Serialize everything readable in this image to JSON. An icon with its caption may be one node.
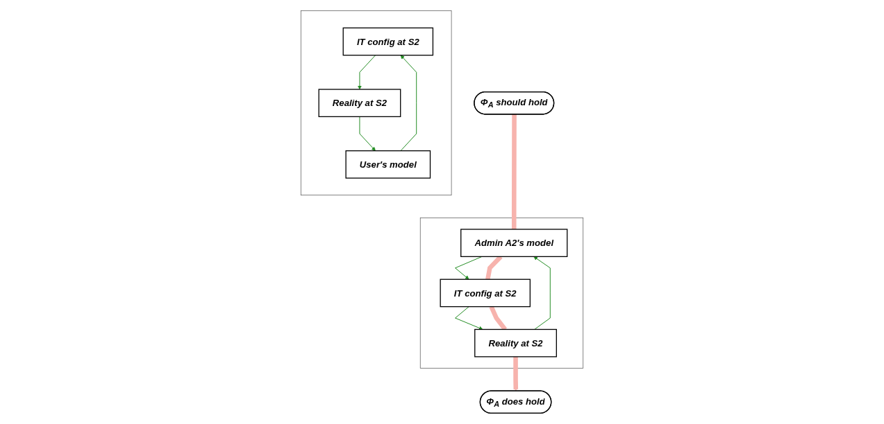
{
  "diagram": {
    "nodes": [
      {
        "text": [
          "Φ$_{A}$ should hold"
        ]
      },
      {
        "text": [],
        "shape": "box"
      },
      {
        "text": [
          "Admin A2's model"
        ],
        "in": 1
      },
      {
        "text": [
          "IT config at S2"
        ],
        "in": 1
      },
      {
        "text": [
          "Reality at S2"
        ],
        "in": 1
      },
      {
        "text": [
          "Φ$_{A}$ does hold"
        ]
      },
      {
        "text": [],
        "shape": "box"
      },
      {
        "text": [
          "IT config at S2"
        ],
        "in": 6
      },
      {
        "text": [
          "Reality at S2"
        ],
        "in": 6
      },
      {
        "text": [
          "User's model"
        ],
        "in": 6
      }
    ],
    "edges": [
      {
        "from": 2,
        "to": 3,
        "arrow": "to"
      },
      {
        "from": 3,
        "to": 4,
        "arrow": "to"
      },
      {
        "from": 4,
        "to": 2,
        "arrow": "to"
      },
      {
        "from": 7,
        "to": 8,
        "arrow": "to"
      },
      {
        "from": 8,
        "to": 9,
        "arrow": "to"
      },
      {
        "from": 9,
        "to": 7,
        "arrow": "to"
      },
      {
        "from": 0,
        "to": 2,
        "arrow": "none",
        "style": "thick",
        "color": "#f7b3ad"
      },
      {
        "from": 2,
        "to": 3,
        "arrow": "none",
        "style": "thick",
        "color": "#f7b3ad"
      },
      {
        "from": 3,
        "to": 4,
        "arrow": "none",
        "style": "thick",
        "color": "#f7b3ad"
      },
      {
        "from": 4,
        "to": 5,
        "arrow": "to",
        "style": "thick",
        "color": "#f7b3ad"
      }
    ]
  }
}
